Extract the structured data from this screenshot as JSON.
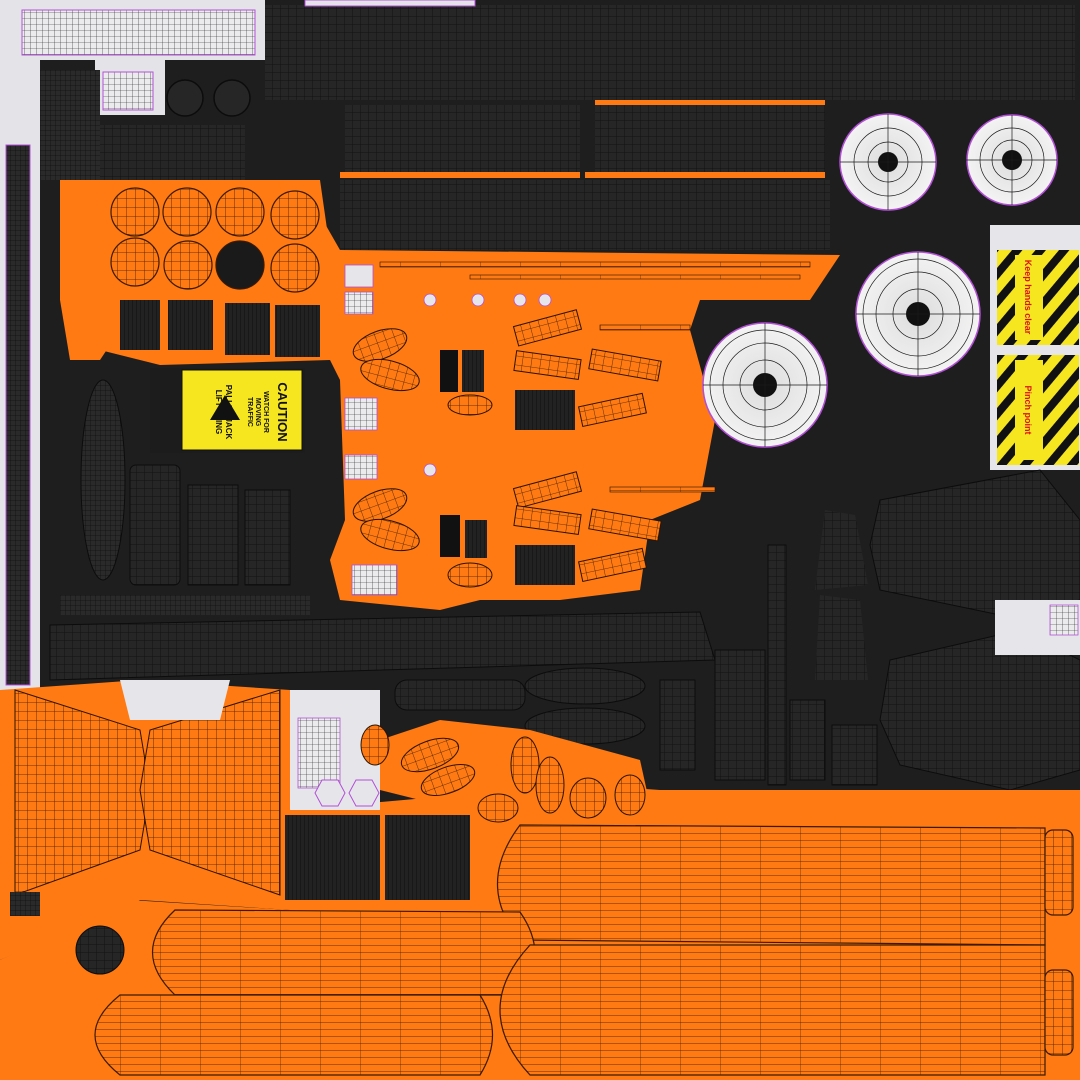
{
  "texture": {
    "colors": {
      "background": "#1e1e1e",
      "dark_panel": "#262626",
      "orange": "#ff7a12",
      "white_shell": "#e6e6ea",
      "caution_yellow": "#f6e620",
      "wire": "#111111",
      "seam": "#b44fd8"
    }
  },
  "caution_label": {
    "heading": "CAUTION",
    "line1": "WATCH FOR",
    "line2": "MOVING",
    "line3": "TRAFFIC",
    "line4": "LIFT USING",
    "line5": "PALLET JACK"
  },
  "warning_stripe_top": {
    "text": "Keep hands clear"
  },
  "warning_stripe_bottom": {
    "text": "Pinch point"
  }
}
